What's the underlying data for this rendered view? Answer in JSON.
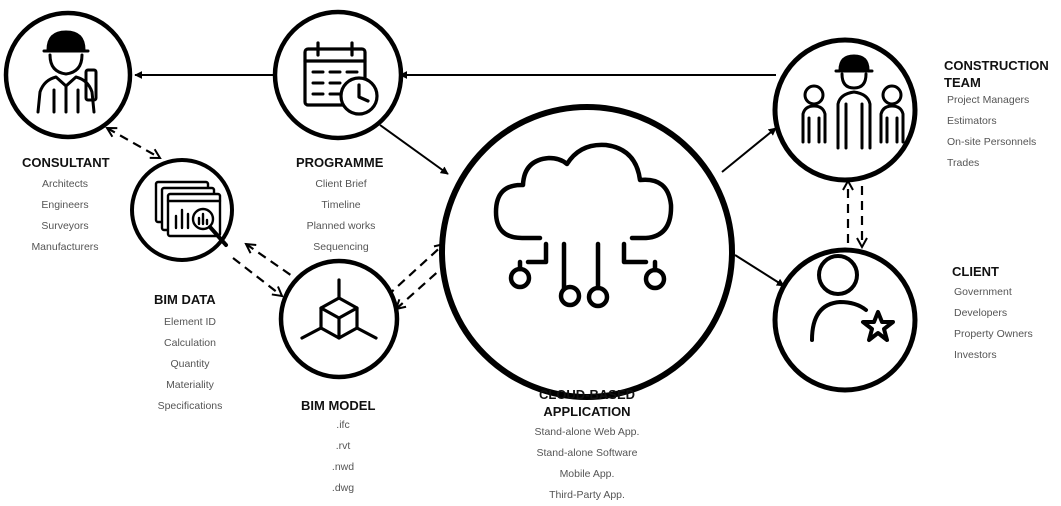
{
  "nodes": {
    "consultant": {
      "title": "CONSULTANT",
      "items": [
        "Architects",
        "Engineers",
        "Surveyors",
        "Manufacturers"
      ],
      "icon": "engineer-worker-icon"
    },
    "programme": {
      "title": "PROGRAMME",
      "items": [
        "Client Brief",
        "Timeline",
        "Planned works",
        "Sequencing"
      ],
      "icon": "calendar-clock-icon"
    },
    "bim_data": {
      "title": "BIM DATA",
      "items": [
        "Element ID",
        "Calculation",
        "Quantity",
        "Materiality",
        "Specifications"
      ],
      "icon": "data-analysis-icon"
    },
    "bim_model": {
      "title": "BIM MODEL",
      "items": [
        ".ifc",
        ".rvt",
        ".nwd",
        ".dwg"
      ],
      "icon": "3d-cube-icon"
    },
    "cloud": {
      "title_line1": "CLOUD-BASED",
      "title_line2": "APPLICATION",
      "items": [
        "Stand-alone Web App.",
        "Stand-alone Software",
        "Mobile App.",
        "Third-Party App."
      ],
      "icon": "cloud-network-icon"
    },
    "construction_team": {
      "title_line1": "CONSTRUCTION",
      "title_line2": "TEAM",
      "items": [
        "Project Managers",
        "Estimators",
        "On-site Personnels",
        "Trades"
      ],
      "icon": "construction-team-icon"
    },
    "client": {
      "title": "CLIENT",
      "items": [
        "Government",
        "Developers",
        "Property Owners",
        "Investors"
      ],
      "icon": "user-star-icon"
    }
  },
  "colors": {
    "stroke": "#000000",
    "title": "#111111",
    "list": "#555555",
    "background": "#ffffff"
  }
}
